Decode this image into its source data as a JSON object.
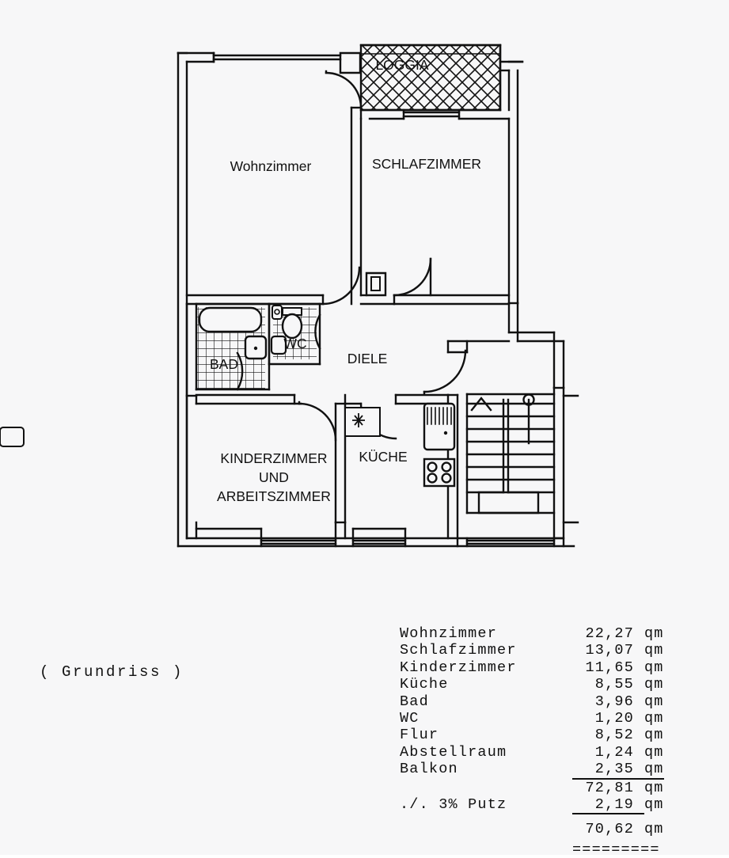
{
  "document": {
    "caption": "( Grundriss )",
    "background_color": "#f7f7f8",
    "ink_color": "#111111"
  },
  "floorplan": {
    "rooms": [
      {
        "key": "wohnzimmer",
        "label": "Wohnzimmer"
      },
      {
        "key": "schlafzimmer",
        "label": "SCHLAFZIMMER"
      },
      {
        "key": "loggia",
        "label": "LOGGIA"
      },
      {
        "key": "bad",
        "label": "BAD"
      },
      {
        "key": "wc",
        "label": "WC"
      },
      {
        "key": "diele",
        "label": "DIELE"
      },
      {
        "key": "kueche",
        "label": "KÜCHE"
      },
      {
        "key": "kinderzimmer_line1",
        "label": "KINDERZIMMER"
      },
      {
        "key": "kinderzimmer_line2",
        "label": "UND"
      },
      {
        "key": "kinderzimmer_line3",
        "label": "ARBEITSZIMMER"
      }
    ],
    "fixtures": [
      "bathtub",
      "bath-sink",
      "wc-toilet",
      "wc-sink",
      "kitchen-sink",
      "kitchen-stove",
      "kitchen-vent-asterisk",
      "staircase",
      "stair-up-arrow",
      "stair-handrail-post",
      "radiator-niche"
    ]
  },
  "areas": {
    "unit": "qm",
    "rows": [
      {
        "label": "Wohnzimmer",
        "value": "22,27"
      },
      {
        "label": "Schlafzimmer",
        "value": "13,07"
      },
      {
        "label": "Kinderzimmer",
        "value": "11,65"
      },
      {
        "label": "Küche",
        "value": "8,55"
      },
      {
        "label": "Bad",
        "value": "3,96"
      },
      {
        "label": "WC",
        "value": "1,20"
      },
      {
        "label": "Flur",
        "value": "8,52"
      },
      {
        "label": "Abstellraum",
        "value": "1,24"
      },
      {
        "label": "Balkon",
        "value": "2,35"
      }
    ],
    "subtotal": {
      "label": "",
      "value": "72,81"
    },
    "deduction": {
      "label": "./. 3% Putz",
      "value": "2,19"
    },
    "total": {
      "label": "",
      "value": "70,62"
    },
    "double_rule": "========="
  }
}
